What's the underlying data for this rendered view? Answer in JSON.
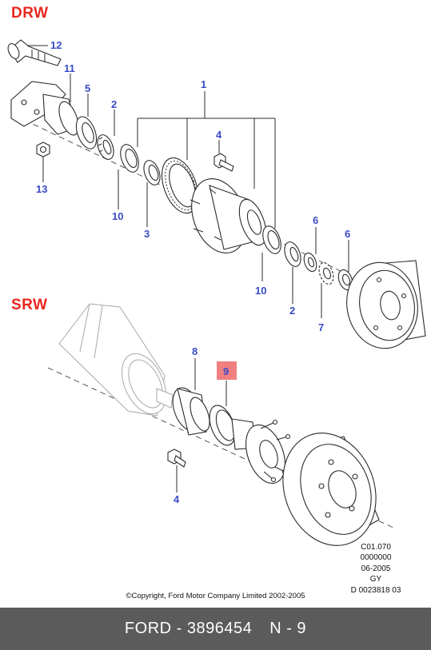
{
  "sections": {
    "drw_title": "DRW",
    "srw_title": "SRW"
  },
  "callouts": {
    "drw_12": "12",
    "drw_11": "11",
    "drw_5": "5",
    "drw_2a": "2",
    "drw_1": "1",
    "drw_4": "4",
    "drw_13": "13",
    "drw_10a": "10",
    "drw_3": "3",
    "drw_6a": "6",
    "drw_6b": "6",
    "drw_10b": "10",
    "drw_2b": "2",
    "drw_7": "7",
    "srw_8": "8",
    "srw_9": "9",
    "srw_4": "4"
  },
  "highlight_color": "#f08080",
  "callout_color": "#3a4bc4",
  "title_color": "#e8281e",
  "reference": {
    "code": "C01.070",
    "number": "0000000",
    "date": "06-2005",
    "initials": "GY",
    "drawing": "D 0023818 03"
  },
  "copyright": "©Copyright, Ford Motor Company Limited 2002-2005",
  "footer": {
    "brand_part": "FORD - 3896454",
    "position": "N - 9"
  }
}
